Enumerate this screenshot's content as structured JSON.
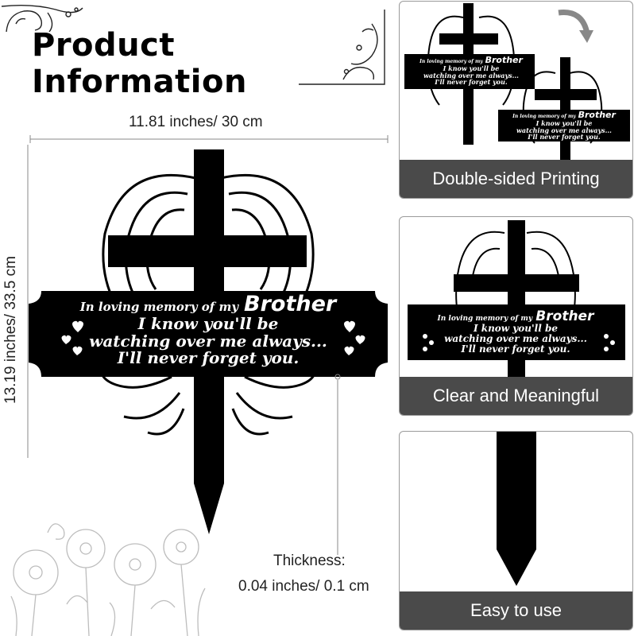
{
  "header": {
    "title": "Product Information"
  },
  "dimensions": {
    "width_label": "11.81 inches/ 30 cm",
    "height_label": "13.19 inches/ 33.5 cm",
    "thickness_title": "Thickness:",
    "thickness_value": "0.04 inches/ 0.1 cm"
  },
  "plaque": {
    "line1_prefix": "In loving memory of my",
    "name": "Brother",
    "line2": "I know you'll be",
    "line3": "watching over me always...",
    "line4": "I'll never forget you."
  },
  "panels": [
    {
      "caption": "Double-sided Printing"
    },
    {
      "caption": "Clear and Meaningful"
    },
    {
      "caption": "Easy to use"
    }
  ],
  "colors": {
    "caption_bg": "#4a4a4a",
    "plaque": "#000000",
    "text": "#ffffff"
  }
}
